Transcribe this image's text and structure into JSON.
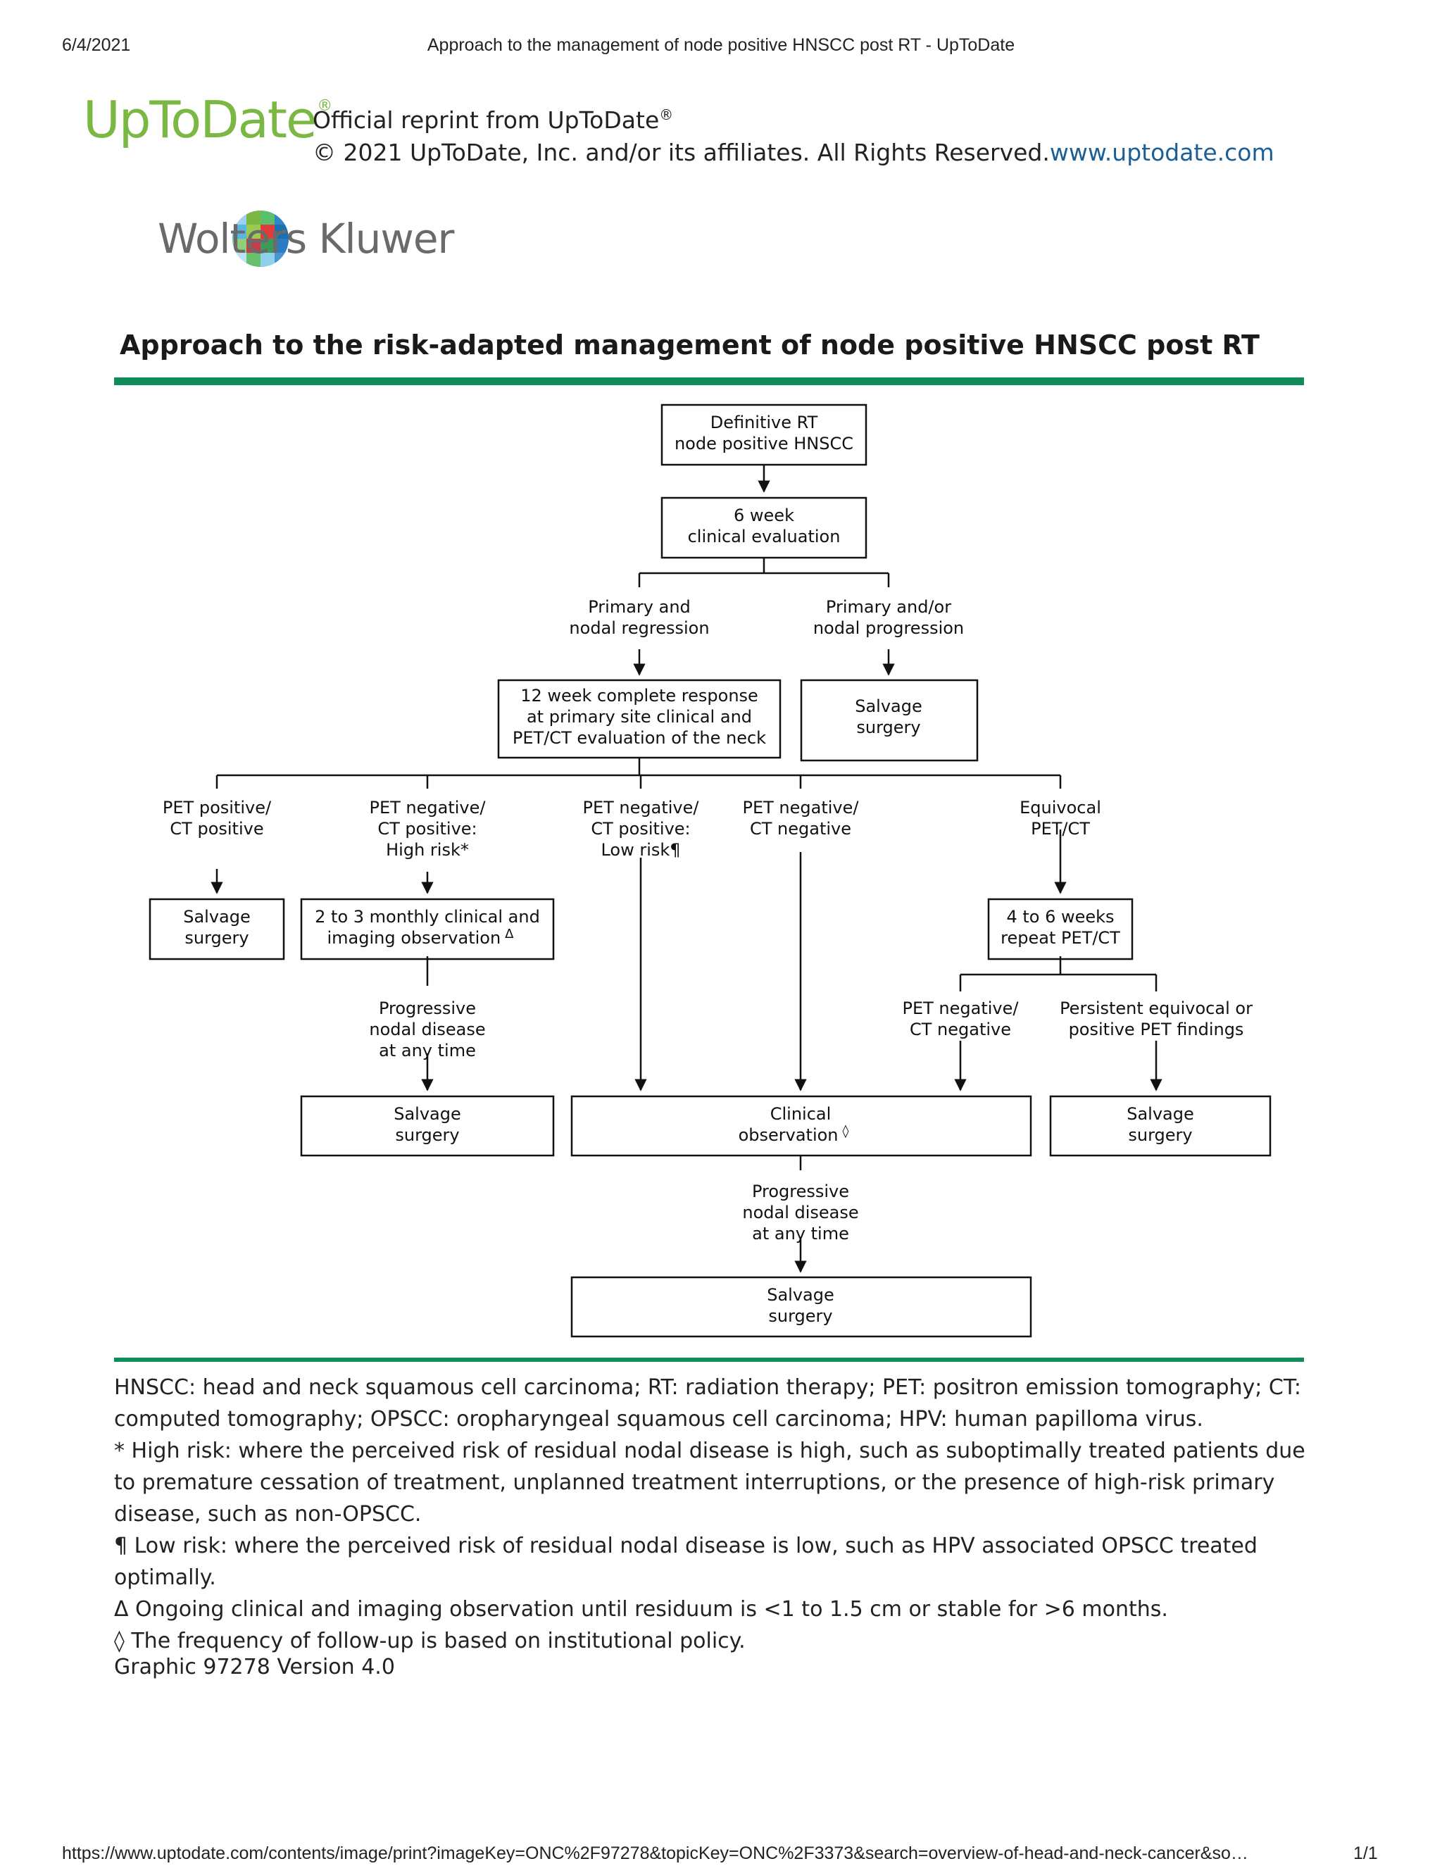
{
  "print_header": {
    "date": "6/4/2021",
    "page_title": "Approach to the management of node positive HNSCC post RT - UpToDate"
  },
  "branding": {
    "uptodate_logo": "UpToDate",
    "reprint_line1": "Official reprint from UpToDate",
    "reprint_line2": "© 2021 UpToDate, Inc. and/or its affiliates. All Rights Reserved.",
    "reprint_link": "www.uptodate.com",
    "wolters_kluwer": "Wolters Kluwer",
    "brand_green": "#7ab843",
    "link_blue": "#1a5f96"
  },
  "graphic": {
    "title": "Approach to the risk-adapted management of node positive HNSCC post RT",
    "rule_color": "#0f8c5a"
  },
  "flow": {
    "start": [
      "Definitive RT",
      "node positive HNSCC"
    ],
    "eval6": [
      "6 week",
      "clinical evaluation"
    ],
    "branch_regression": [
      "Primary and",
      "nodal regression"
    ],
    "branch_progression": [
      "Primary and/or",
      "nodal progression"
    ],
    "eval12": [
      "12 week complete response",
      "at primary site clinical and",
      "PET/CT evaluation of the neck"
    ],
    "salvage_top": [
      "Salvage",
      "surgery"
    ],
    "cat1": [
      "PET positive/",
      "CT positive"
    ],
    "cat2": [
      "PET negative/",
      "CT positive:",
      "High risk*"
    ],
    "cat3": [
      "PET negative/",
      "CT positive:",
      "Low risk¶"
    ],
    "cat4": [
      "PET negative/",
      "CT negative"
    ],
    "cat5": [
      "Equivocal",
      "PET/CT"
    ],
    "salvage1": [
      "Salvage",
      "surgery"
    ],
    "monthly_obs": [
      "2 to 3 monthly clinical and",
      "imaging observation",
      "Δ"
    ],
    "repeat_pet": [
      "4 to 6 weeks",
      "repeat PET/CT"
    ],
    "progressive_left": [
      "Progressive",
      "nodal disease",
      "at any time"
    ],
    "sub_neg": [
      "PET negative/",
      "CT negative"
    ],
    "sub_persist": [
      "Persistent equivocal or",
      "positive PET findings"
    ],
    "salvage2": [
      "Salvage",
      "surgery"
    ],
    "clinical_obs": [
      "Clinical",
      "observation",
      "◊"
    ],
    "salvage3": [
      "Salvage",
      "surgery"
    ],
    "progressive_center": [
      "Progressive",
      "nodal disease",
      "at any time"
    ],
    "salvage_final": [
      "Salvage",
      "surgery"
    ]
  },
  "notes": {
    "abbreviations": "HNSCC: head and neck squamous cell carcinoma; RT: radiation therapy; PET: positron emission tomography; CT: computed tomography; OPSCC: oropharyngeal squamous cell carcinoma; HPV: human papilloma virus.",
    "high_risk": "* High risk: where the perceived risk of residual nodal disease is high, such as suboptimally treated patients due to premature cessation of treatment, unplanned treatment interruptions, or the presence of high-risk primary disease, such as non-OPSCC.",
    "low_risk": "¶ Low risk: where the perceived risk of residual nodal disease is low, such as HPV associated OPSCC treated optimally.",
    "delta": "Δ Ongoing clinical and imaging observation until residuum is <1 to 1.5 cm or stable for >6 months.",
    "diamond": "◊ The frequency of follow-up is based on institutional policy.",
    "version": "Graphic 97278 Version 4.0"
  },
  "print_footer": {
    "url": "https://www.uptodate.com/contents/image/print?imageKey=ONC%2F97278&topicKey=ONC%2F3373&search=overview-of-head-and-neck-cancer&so…",
    "page": "1/1"
  }
}
